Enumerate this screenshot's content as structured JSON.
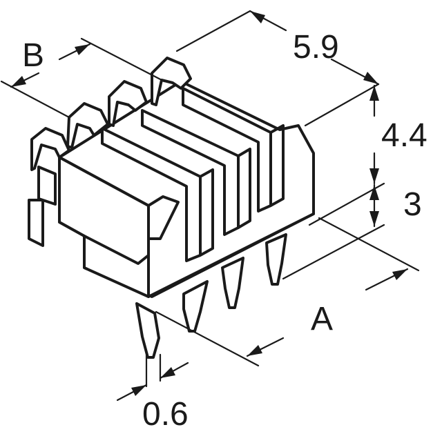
{
  "drawing": {
    "subject": "4-position right-angle connector header outline",
    "line_color": "#1a1a1a",
    "background": "#ffffff"
  },
  "dimensions": {
    "width": "5.9",
    "height_total": "4.4",
    "height_body": "3",
    "pitch_span": "A",
    "depth": "B",
    "pin_width": "0.6"
  }
}
